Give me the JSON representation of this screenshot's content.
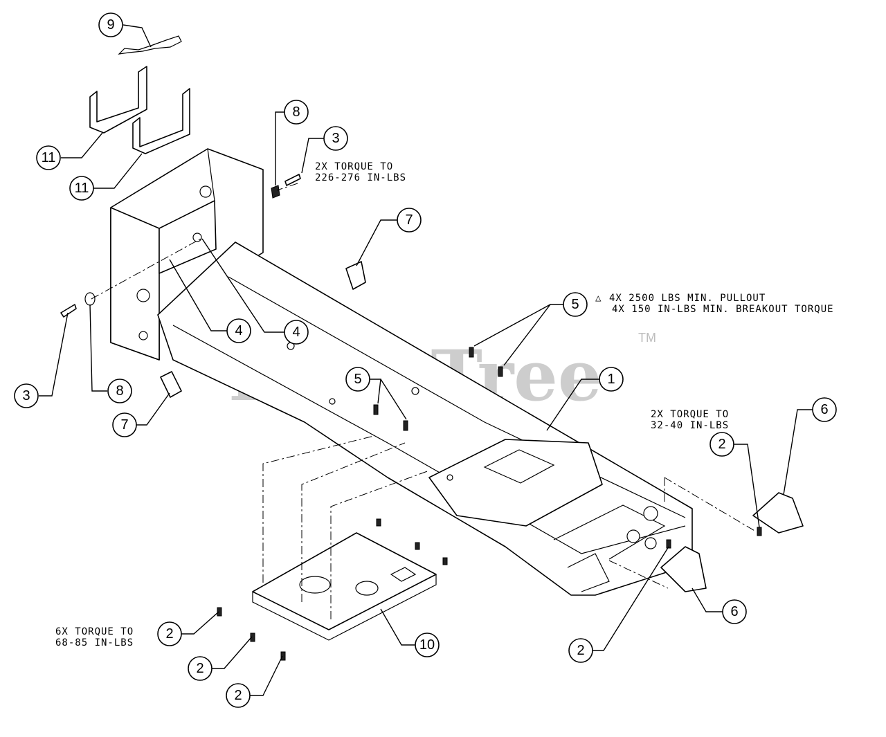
{
  "watermark": {
    "text": "PartsTree",
    "trademark": "TM"
  },
  "notes": {
    "torque_3_line1": "2X TORQUE TO",
    "torque_3_line2": "226-276 IN-LBS",
    "pullout_line1": "4X 2500 LBS MIN. PULLOUT",
    "pullout_line2": "4X 150 IN-LBS MIN. BREAKOUT TORQUE",
    "torque_6_line1": "2X TORQUE TO",
    "torque_6_line2": "32-40 IN-LBS",
    "torque_10_line1": "6X TORQUE TO",
    "torque_10_line2": "68-85 IN-LBS",
    "symbol": "△"
  },
  "callouts": {
    "c9": "9",
    "c11a": "11",
    "c11b": "11",
    "c8a": "8",
    "c3a": "3",
    "c7a": "7",
    "c4a": "4",
    "c4b": "4",
    "c5a": "5",
    "c5b": "5",
    "c3b": "3",
    "c8b": "8",
    "c7b": "7",
    "c1": "1",
    "c6a": "6",
    "c2a": "2",
    "c6b": "6",
    "c2b": "2",
    "c10": "10",
    "c2c": "2",
    "c2d": "2",
    "c2e": "2"
  }
}
